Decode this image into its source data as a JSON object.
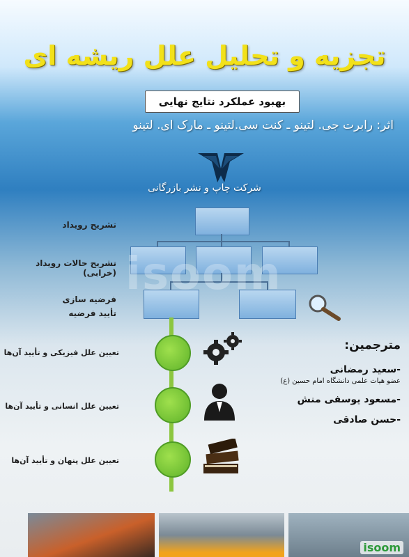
{
  "title": "تجزیه و تحلیل علل ریشه ای",
  "subtitle": "بهبود عملکرد نتایج نهایی",
  "authors": "اثر: رابرت جی. لتینو ـ کنت سی.لتینو ـ مارک ای. لتینو",
  "publisher": "شرکت چاپ و نشر بازرگانی",
  "steps": [
    "تشریح رویداد",
    "تشریح حالات رویداد (خرابی)",
    "فرضیه سازی",
    "تأیید فرضیه",
    "تعیین علل فیزیکی و تأیید آن‌ها",
    "تعیین علل انسانی و تأیید آن‌ها",
    "تعیین علل پنهان و تأیید آن‌ها"
  ],
  "translators": {
    "heading": "مترجمین:",
    "names": [
      "-سعید رمضانی",
      "-مسعود یوسفی منش",
      "-حسن صادقی"
    ],
    "affiliation": "عضو هیات علمی دانشگاه امام حسین (ع)"
  },
  "watermark": "isoom",
  "watermark_badge": "isoom",
  "colors": {
    "title": "#f2e11a",
    "green": "#8cc63f",
    "box": "#9cc4e8"
  }
}
